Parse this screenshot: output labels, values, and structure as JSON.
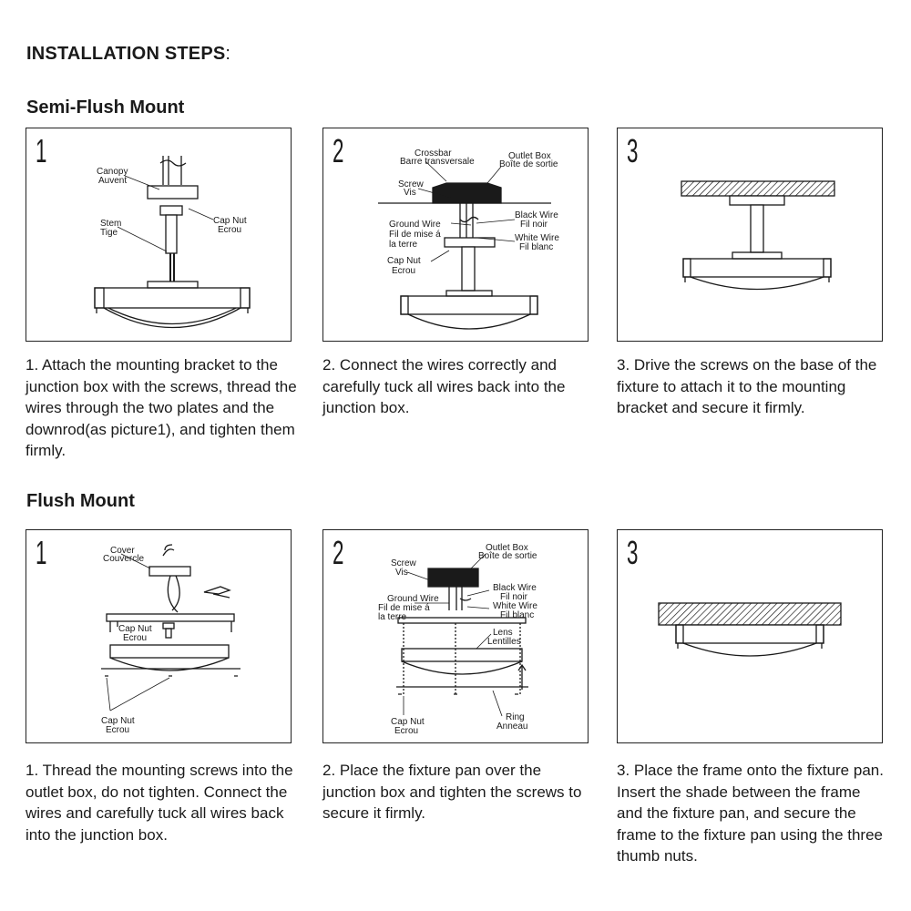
{
  "title": "INSTALLATION STEPS",
  "title_suffix": ":",
  "sections": [
    {
      "heading": "Semi-Flush Mount",
      "steps": [
        {
          "number": "1",
          "caption": "1. Attach the mounting bracket to the junction box with the screws, thread the wires through the two plates and the downrod(as picture1), and tighten them firmly.",
          "labels": [
            "Canopy",
            "Auvent",
            "Stem",
            "Tige",
            "Cap Nut",
            "Ecrou"
          ]
        },
        {
          "number": "2",
          "caption": "2. Connect the wires correctly and carefully tuck all wires back into the junction box.",
          "labels": [
            "Crossbar",
            "Barre transversale",
            "Outlet Box",
            "Boîte de sortie",
            "Screw",
            "Vis",
            "Black Wire",
            "Fil noir",
            "Ground Wire",
            "Fil de mise á",
            "la terre",
            "White Wire",
            "Fil blanc",
            "Cap Nut",
            "Ecrou"
          ]
        },
        {
          "number": "3",
          "caption": "3. Drive the screws on the base of the fixture to attach it to the mounting bracket and secure it firmly.",
          "labels": []
        }
      ]
    },
    {
      "heading": "Flush Mount",
      "steps": [
        {
          "number": "1",
          "caption": "1. Thread the mounting screws into the outlet box, do not tighten. Connect the wires and carefully tuck all wires back into the junction box.",
          "labels": [
            "Cover",
            "Couvercle",
            "Cap Nut",
            "Ecrou",
            "Cap Nut",
            "Ecrou"
          ]
        },
        {
          "number": "2",
          "caption": "2. Place the fixture pan over the junction box and tighten the screws to secure it firmly.",
          "labels": [
            "Outlet Box",
            "Boîte de sortie",
            "Screw",
            "Vis",
            "Black Wire",
            "Fil noir",
            "Ground Wire",
            "Fil de mise á",
            "la terre",
            "White Wire",
            "Fil blanc",
            "Lens",
            "Lentilles",
            "Cap Nut",
            "Ecrou",
            "Ring",
            "Anneau"
          ]
        },
        {
          "number": "3",
          "caption": "3. Place the frame onto the fixture pan. Insert the shade between the frame and the fixture pan, and secure the frame to the fixture pan using the three thumb nuts.",
          "labels": []
        }
      ]
    }
  ]
}
